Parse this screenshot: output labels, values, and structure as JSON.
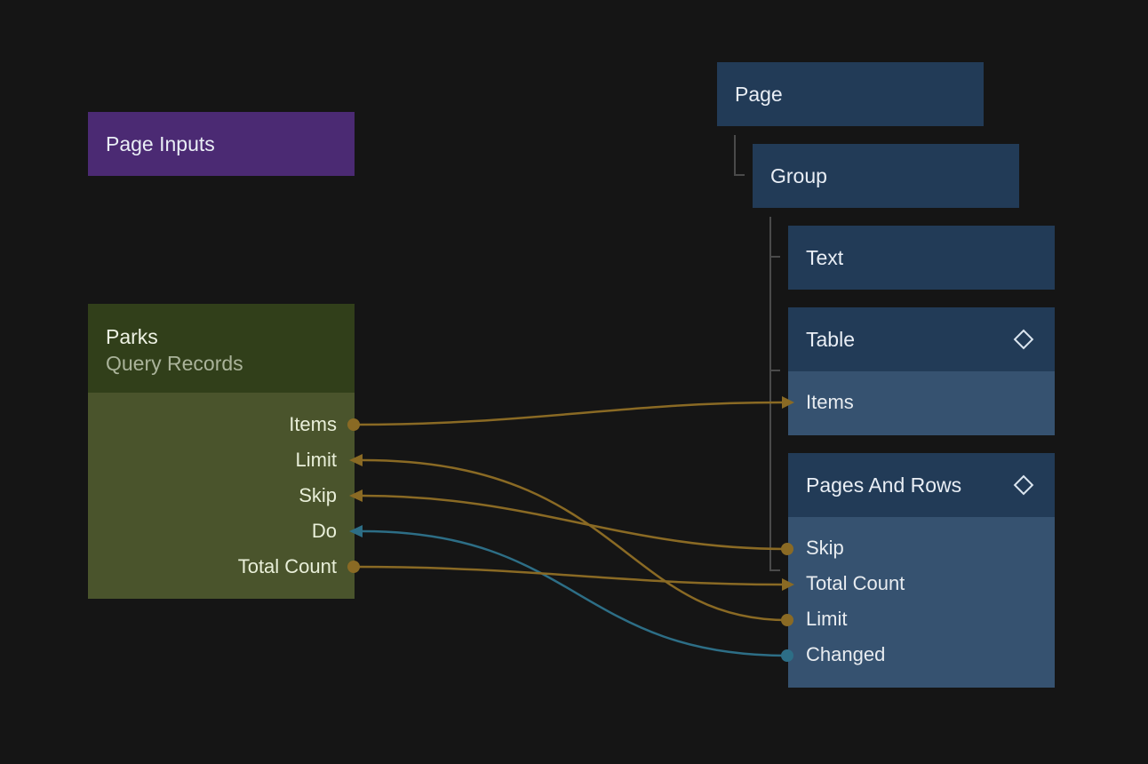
{
  "nodes": {
    "page_inputs": {
      "title": "Page Inputs"
    },
    "parks": {
      "title": "Parks",
      "subtitle": "Query Records",
      "ports": [
        "Items",
        "Limit",
        "Skip",
        "Do",
        "Total Count"
      ]
    },
    "page": {
      "title": "Page"
    },
    "group": {
      "title": "Group"
    },
    "text": {
      "title": "Text"
    },
    "table": {
      "title": "Table",
      "ports": [
        "Items"
      ]
    },
    "pages_and_rows": {
      "title": "Pages And Rows",
      "ports": [
        "Skip",
        "Total Count",
        "Limit",
        "Changed"
      ]
    }
  },
  "icons": {
    "table_component": "diamond-icon",
    "pages_and_rows_component": "diamond-icon"
  },
  "colors": {
    "background": "#151515",
    "page_inputs": "#4b2a73",
    "visual_node_header": "#223b57",
    "visual_node_body": "#365270",
    "data_node_header": "#313f1a",
    "data_node_body": "#4a542c",
    "data_wire": "#8a6a24",
    "signal_wire": "#2d6e86",
    "subtitle": "#aab39a"
  }
}
